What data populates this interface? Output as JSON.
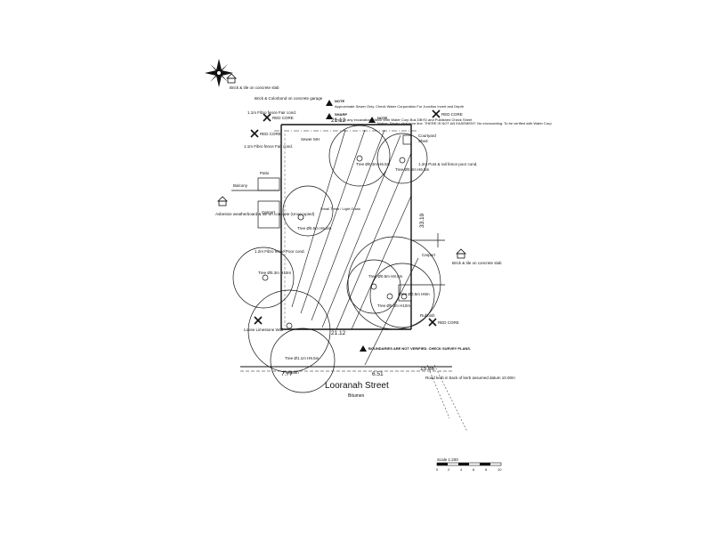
{
  "street": {
    "name": "Looranah Street",
    "suffix": "Bitumen"
  },
  "dimensions": {
    "top": "21.12",
    "bottom": "21.12",
    "right": "33.19",
    "frontage_left": "7.77",
    "frontage_mid": "6.51",
    "frontage_right": "15.86"
  },
  "notes": {
    "note1_title": "NOTE",
    "note1_text": "Approximate Sewer Only. Check Water Corporation For Junction Invert and Depth",
    "sharp_title": "SHARP",
    "sharp_text": "Prior to any excavation Check With Water Corp Bus DBYD and Published Check Sheet",
    "note2_title": "NOTE",
    "note2_text": "Notice: Sewer clearance line. THERE IS NOT AN EASEMENT. No encroaching. To be verified with Water Corp",
    "boundary_warning": "BOUNDARIES ARE NOT VERIFIED. CHECK SURVEY PLANS.",
    "sewer_label": "Small Trees / Light Grass"
  },
  "labels": {
    "neighbour_top": "Brick & tile on concrete slab",
    "neighbour_left": "Brick & Colorbond on concrete garage",
    "left_house": "Asbestos weatherboard & tile on concrete (Unoccupied)",
    "right_house": "Brick & tile on concrete slab",
    "red_core_1": "RED CORE",
    "red_core_2": "RED CORE",
    "red_core_3": "RED CORE",
    "red_core_4": "RED CORE",
    "fence_1": "1.1m Fibro fence Fair cond.",
    "fence_2": "1.1m Fibro fence Fair cond.",
    "fence_3": "1.2m Fibro fence Poor cond.",
    "fence_right": "1.2m Post & rail fence poor cond.",
    "patio": "Patio",
    "balcony": "Balcony",
    "carport": "Carport",
    "courtyard": "Courtyard",
    "shed": "Shed",
    "limestone_wall": "Loose Limestone Wall",
    "sewer_mh": "Sewer MH",
    "rubbish": "Rubbish",
    "tree1": "Tree Ø0.5m H6.5m",
    "tree2": "Tree Ø0.4m H5.5m",
    "tree3": "Tree Ø0.2m H6.5m",
    "tree4": "Tree Ø0.5m H8.5m",
    "tree5": "Tree Ø0.4m H10m",
    "tree6": "Tree Ø0.5m H9m",
    "tree7": "Tree Ø0.3m H10m",
    "tree8": "Tree Ø1.1m H9.5m",
    "kerb_note": "Road kerb in back of kerb assumed datum 10.00m",
    "footpath": "Footpath"
  },
  "scale": {
    "label": "Scale 1:200",
    "ticks": [
      "0",
      "2",
      "4",
      "6",
      "8",
      "10"
    ]
  },
  "icons": {
    "compass": "compass-rose-icon",
    "warning": "warning-triangle-icon",
    "core": "core-marker-icon",
    "house": "house-icon"
  }
}
